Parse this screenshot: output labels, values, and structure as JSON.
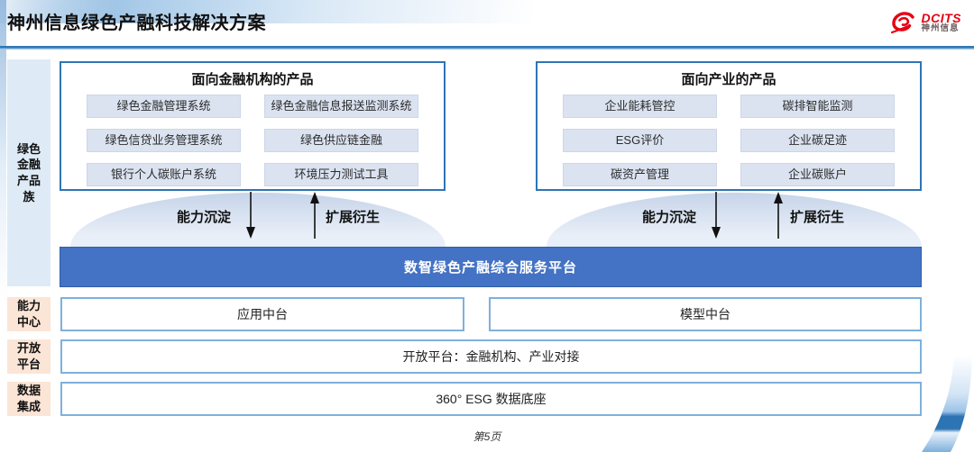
{
  "slide": {
    "title": "神州信息绿色产融科技解决方案"
  },
  "logo": {
    "brand": "DCITS",
    "brand_cn": "神州信息",
    "mark": "red-swirl",
    "color": "#E60012"
  },
  "sidebar": {
    "product_family": "绿色金融产品族",
    "capability_center": "能力中心",
    "open_platform": "开放平台",
    "data_integration": "数据集成"
  },
  "finance_box": {
    "title": "面向金融机构的产品",
    "items": [
      "绿色金融管理系统",
      "绿色金融信息报送监测系统",
      "绿色信贷业务管理系统",
      "绿色供应链金融",
      "银行个人碳账户系统",
      "环境压力测试工具"
    ]
  },
  "industry_box": {
    "title": "面向产业的产品",
    "items": [
      "企业能耗管控",
      "碳排智能监测",
      "ESG评价",
      "企业碳足迹",
      "碳资产管理",
      "企业碳账户"
    ]
  },
  "arrows": {
    "down_label": "能力沉淀",
    "up_label": "扩展衍生"
  },
  "platform_bar": {
    "label": "数智绿色产融综合服务平台"
  },
  "rows": {
    "app": "应用中台",
    "model": "模型中台",
    "open": "开放平台：金融机构、产业对接",
    "data": "360° ESG 数据底座"
  },
  "footer": {
    "page": "第5页"
  },
  "colors": {
    "accent_blue": "#2E75B6",
    "bar_blue": "#4472C4",
    "row_border_blue": "#7FB0DC",
    "item_fill": "#DBE3F1",
    "sidebar_blue": "#DEEBF7",
    "sidebar_peach": "#FBE5D6",
    "logo_red": "#E60012"
  }
}
